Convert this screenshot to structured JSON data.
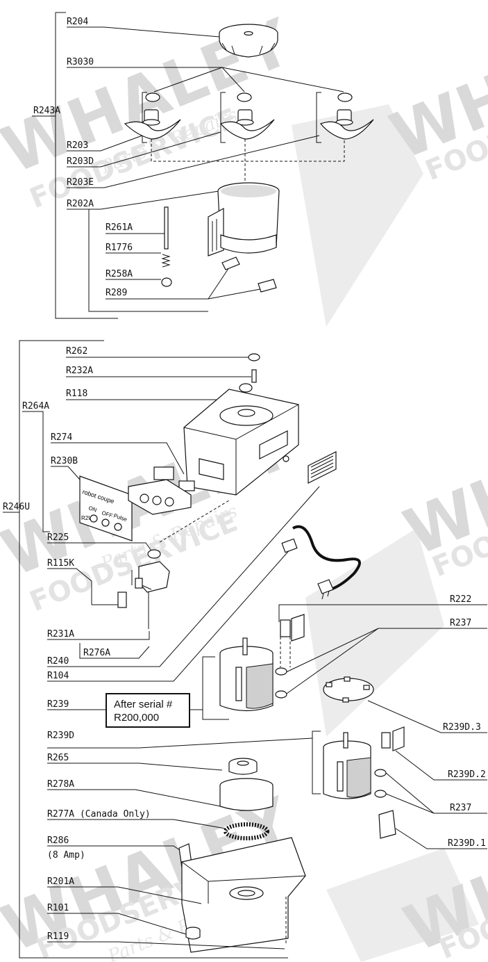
{
  "watermark": {
    "brand": "WHALEY",
    "sub": "FOODSERVICE",
    "tagline": "Parts & Repairs"
  },
  "top_assembly": {
    "group_label": "R243A",
    "parts": [
      "R204",
      "R3030",
      "R203",
      "R203D",
      "R203E",
      "R202A",
      "R261A",
      "R1776",
      "R258A",
      "R289"
    ]
  },
  "bottom_assembly": {
    "group_label": "R246U",
    "subgroup_label": "R264A",
    "parts_left": [
      "R262",
      "R232A",
      "R118",
      "R274",
      "R230B",
      "R225",
      "R115K",
      "R231A",
      "R276A",
      "R240",
      "R104",
      "R239",
      "R239D",
      "R265",
      "R278A",
      "R277A (Canada Only)",
      "R286",
      "(8 Amp)",
      "R201A",
      "R101",
      "R119"
    ],
    "parts_right": [
      "R222",
      "R237",
      "R239D.3",
      "R239D.2",
      "R237",
      "R239D.1"
    ],
    "panel_text": [
      "robot",
      "coupe",
      "ON",
      "OFF",
      "Pulse",
      "R2U"
    ]
  },
  "note": {
    "line1": "After serial #",
    "line2": "R200,000"
  }
}
